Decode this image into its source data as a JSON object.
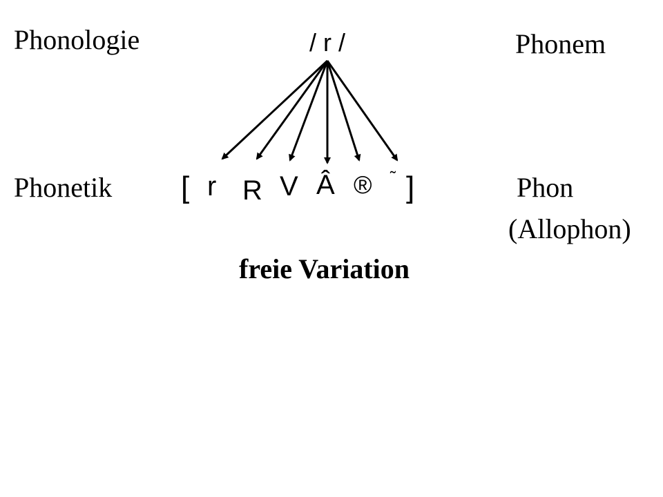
{
  "labels": {
    "phonologie": "Phonologie",
    "phonem": "Phonem",
    "phonetik": "Phonetik",
    "phon": "Phon",
    "allophon": "(Allophon)",
    "caption": "freie Variation"
  },
  "phoneme": "/ r /",
  "brackets": {
    "open": "[",
    "close": "]"
  },
  "allophones": [
    "r",
    "R",
    "V",
    "Â",
    "®",
    "˜"
  ]
}
